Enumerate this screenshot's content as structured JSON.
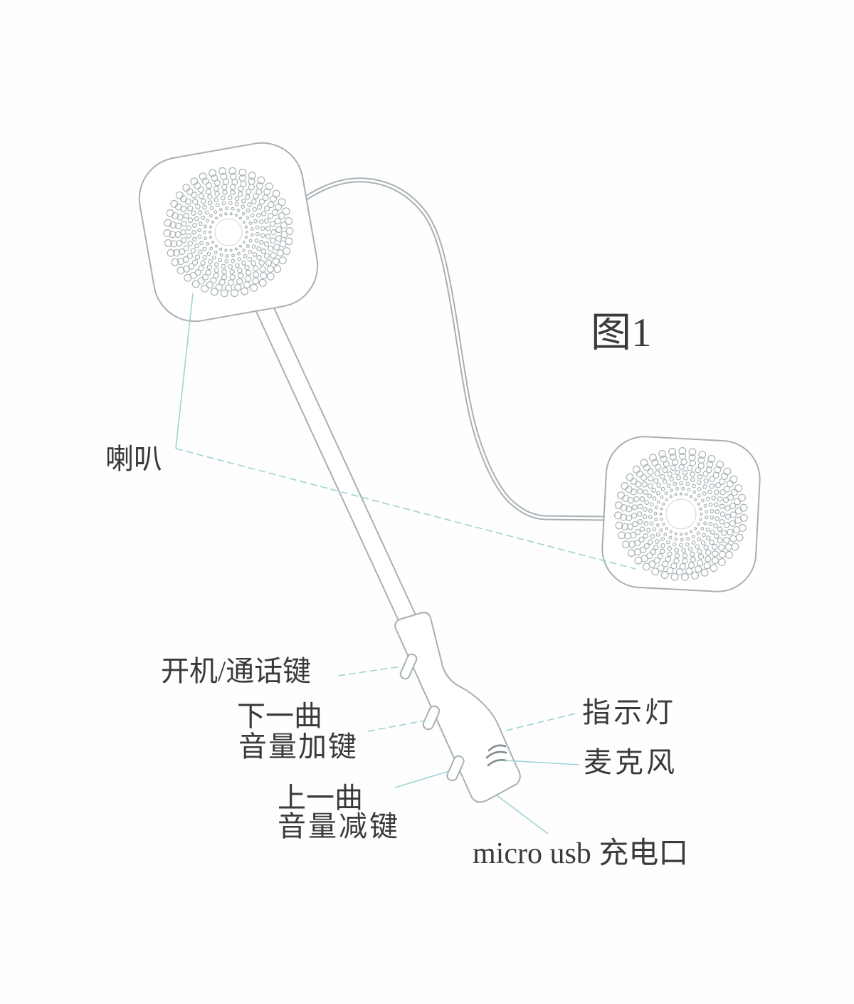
{
  "figure": {
    "title": "图1"
  },
  "callouts": {
    "speaker": "喇叭",
    "power_call_key": "开机/通话键",
    "next_track": "下一曲",
    "volume_up_key": "音量加键",
    "prev_track": "上一曲",
    "volume_down_key": "音量减键",
    "indicator_light": "指示灯",
    "microphone": "麦克风",
    "charging_port": "micro usb 充电口"
  },
  "colors": {
    "background": "#fefefe",
    "outline": "#a7b0b4",
    "leader_line": "#9fd3d6",
    "text": "#3a3a3a"
  }
}
